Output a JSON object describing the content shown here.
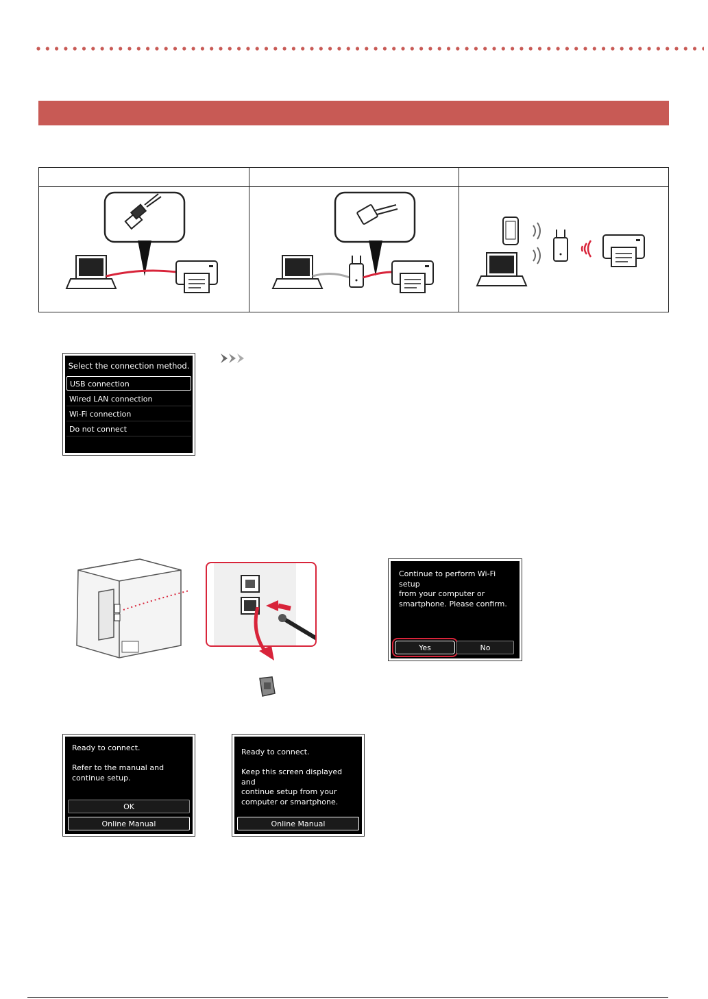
{
  "colors": {
    "accent": "#c85a55",
    "wireless": "#d8243a"
  },
  "connection_methods": [
    {
      "icon": "usb-cable-icon"
    },
    {
      "icon": "lan-cable-icon"
    },
    {
      "icon": "wifi-signal-icon"
    }
  ],
  "select_screen": {
    "title": "Select the connection method.",
    "items": [
      "USB connection",
      "Wired LAN connection",
      "Wi-Fi connection",
      "Do not connect"
    ],
    "selected": "USB connection"
  },
  "wifi_screen": {
    "message": "Continue to perform Wi-Fi setup\nfrom your computer or\nsmartphone. Please confirm.",
    "yes_label": "Yes",
    "no_label": "No"
  },
  "ready_screen_a": {
    "message": "Ready to connect.\n\nRefer to the manual and\ncontinue setup.",
    "ok_label": "OK",
    "manual_label": "Online Manual"
  },
  "ready_screen_b": {
    "message": "Ready to connect.\n\nKeep this screen displayed and\ncontinue setup from your\ncomputer or smartphone.",
    "manual_label": "Online Manual"
  }
}
